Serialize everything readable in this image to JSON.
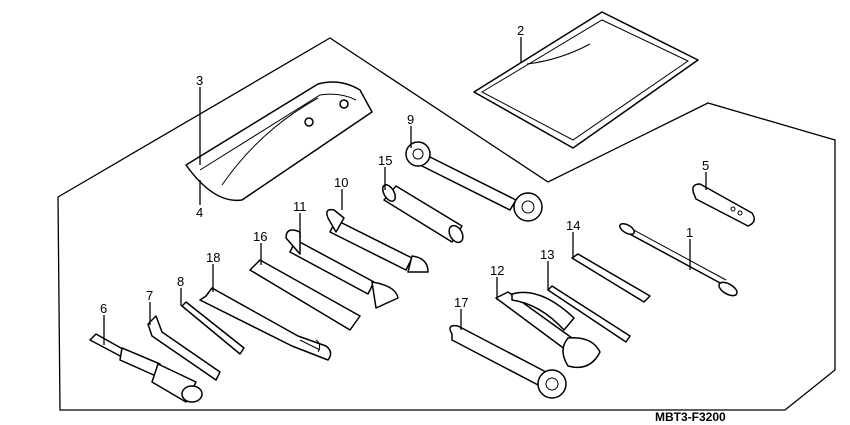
{
  "figure_code": "MBT3-F3200",
  "callouts": [
    {
      "id": "c1",
      "text": "1"
    },
    {
      "id": "c2",
      "text": "2"
    },
    {
      "id": "c3",
      "text": "3"
    },
    {
      "id": "c4",
      "text": "4"
    },
    {
      "id": "c5",
      "text": "5"
    },
    {
      "id": "c6",
      "text": "6"
    },
    {
      "id": "c7",
      "text": "7"
    },
    {
      "id": "c8",
      "text": "8"
    },
    {
      "id": "c9",
      "text": "9"
    },
    {
      "id": "c10",
      "text": "10"
    },
    {
      "id": "c11",
      "text": "11"
    },
    {
      "id": "c12",
      "text": "12"
    },
    {
      "id": "c13",
      "text": "13"
    },
    {
      "id": "c14",
      "text": "14"
    },
    {
      "id": "c15",
      "text": "15"
    },
    {
      "id": "c16",
      "text": "16"
    },
    {
      "id": "c17",
      "text": "17"
    },
    {
      "id": "c18",
      "text": "18"
    }
  ]
}
